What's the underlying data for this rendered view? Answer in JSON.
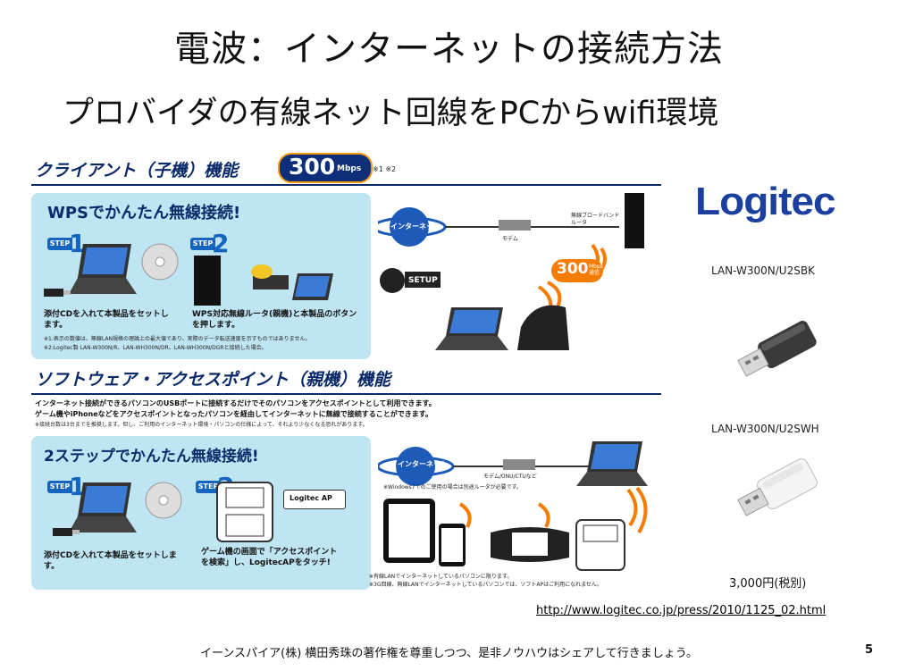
{
  "title": "電波：インターネットの接続方法",
  "subtitle": "プロバイダの有線ネット回線をPCからwifi環境",
  "brand": {
    "name": "Logitec",
    "color": "#1a3f9f"
  },
  "products": [
    {
      "model": "LAN-W300N/U2SBK"
    },
    {
      "model": "LAN-W300N/U2SWH"
    }
  ],
  "price": "3,000円(税別)",
  "url": "http://www.logitec.co.jp/press/2010/1125_02.html",
  "footer": "イーンスパイア(株) 横田秀珠の著作権を尊重しつつ、是非ノウハウはシェアして行きましょう。",
  "page_number": "5",
  "brochure": {
    "client_title": "クライアント（子機）機能",
    "speed_badge": "300",
    "speed_unit": "Mbps",
    "speed_notes": "※1 ※2",
    "wps_title": "WPSでかんたん無線接続!",
    "step_label": "STEP",
    "step1_num": "1",
    "step2_num": "2",
    "wps_step1": "添付CDを入れて本製品をセットします。",
    "wps_step2": "WPS対応無線ルータ(親機)と本製品のボタンを押します。",
    "note1": "※1:表示の数値は、無線LAN規格の理論上の最大値であり、実際のデータ転送速度を示すものではありません。",
    "note2": "※2:Logitec製 LAN-W300N/R、LAN-WH300N/DR、LAN-WH300N/DGRと接続した場合。",
    "internet_label": "インターネット",
    "modem_label": "モデム",
    "router_label": "無線ブロードバンドルータ",
    "setup_label": "SETUP",
    "speed_badge_small": "300",
    "speed_badge_small_sub": "Mbps通信",
    "ap_title": "ソフトウェア・アクセスポイント（親機）機能",
    "ap_desc1": "インターネット接続ができるパソコンのUSBポートに接続するだけでそのパソコンをアクセスポイントとして利用できます。",
    "ap_desc2": "ゲーム機やiPhoneなどをアクセスポイントとなったパソコンを経由してインターネットに無線で接続することができます。",
    "ap_note": "※接続台数は3台までを推奨します。但し、ご利用のインターネット環境・パソコンの仕様によって、それより少なくなる恐れがあります。",
    "twostep_title": "2ステップでかんたん無線接続!",
    "ap_step1": "添付CDを入れて本製品をセットします。",
    "ap_step2": "ゲーム機の画面で「アクセスポイントを検索」し、LogitecAPをタッチ!",
    "logitec_ap_label": "Logitec AP",
    "modem2_label": "モデム/ONU/CTUなど",
    "win7_note": "※Windows7でのご使用の場合は別途ルータが必要です。",
    "bottom_note1": "※有線LANでインターネットしているパソコンに限ります。",
    "bottom_note2": "※3G回線、無線LANでインターネットしているパソコンでは、ソフトAPはご利用になれません。"
  }
}
